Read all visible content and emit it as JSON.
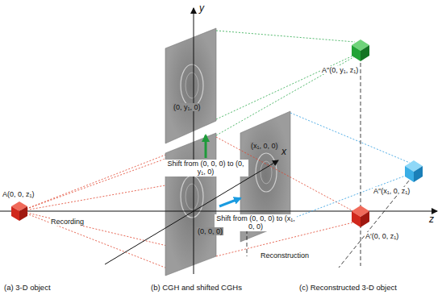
{
  "diagram": {
    "labels": [
      "y",
      "x",
      "z",
      "A(0, 0, z₁)",
      "Recording",
      "(0, y₁, 0)",
      "Shift from (0, 0, 0) to (0, y₁, 0)",
      "(x₁, 0, 0)",
      "Shift from (0, 0, 0) to (x₁, 0, 0)",
      "(0, 0, 0)",
      "Reconstruction",
      "A″(0, y₁, z₁)",
      "A″(x₁, 0, z₁)",
      "A′(0, 0, z₁)",
      "(a) 3-D object",
      "(b) CGH and shifted CGHs",
      "(c) Reconstructed 3-D object"
    ]
  }
}
